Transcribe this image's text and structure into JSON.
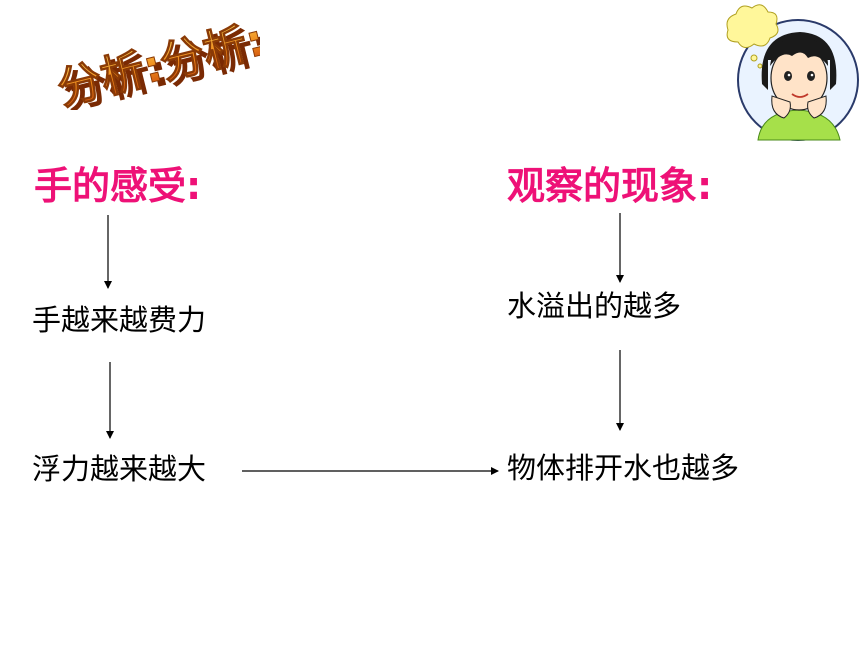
{
  "title_art": {
    "text": "分析:分析:"
  },
  "left_column": {
    "heading": "手的感受:",
    "step1": "手越来越费力",
    "step2": "浮力越来越大"
  },
  "right_column": {
    "heading": "观察的现象:",
    "step1": "水溢出的越多",
    "step2": "物体排开水也越多"
  },
  "colors": {
    "heading": "#ee1177",
    "title_art_fill": "#f08a1a",
    "title_art_shadow": "#b84a06",
    "text": "#000000"
  },
  "icons": {
    "avatar": "thinking-girl-icon",
    "thought_bubble": "thought-bubble-icon"
  }
}
